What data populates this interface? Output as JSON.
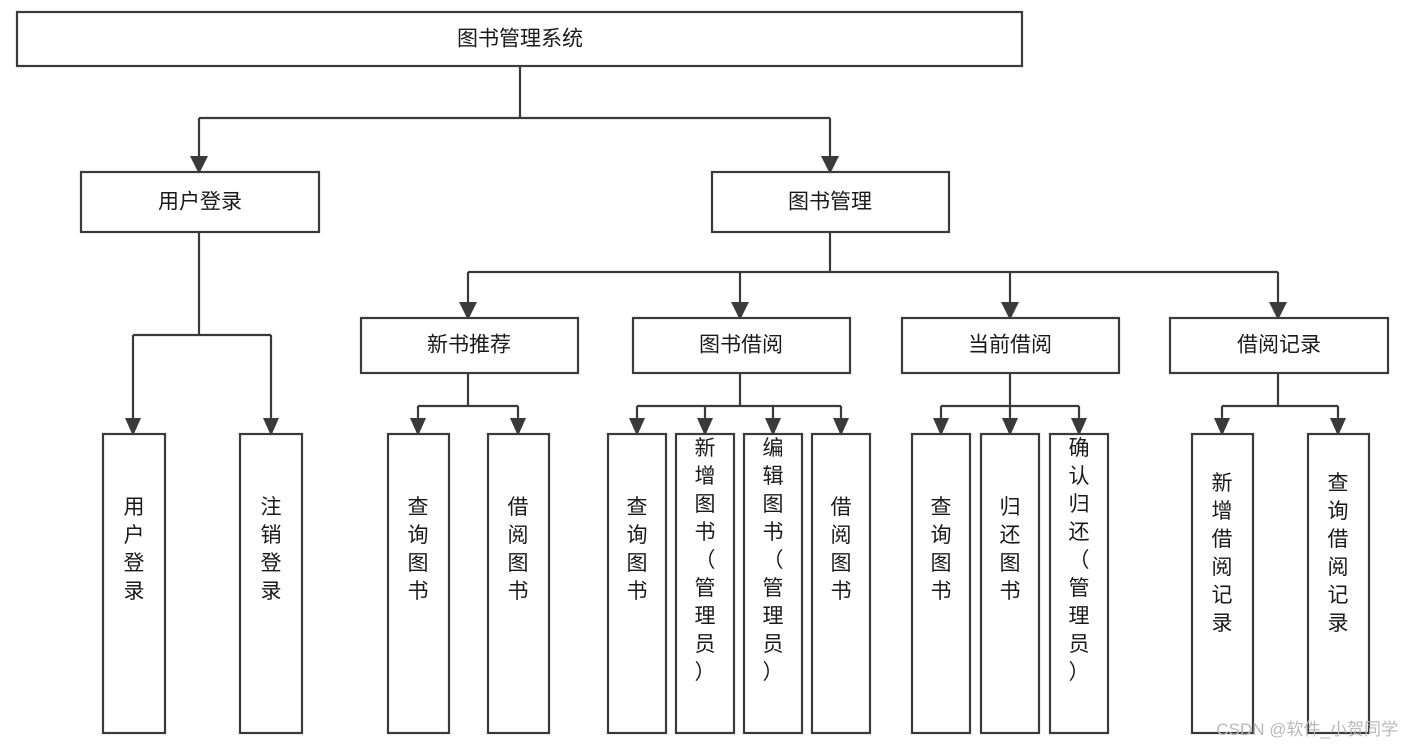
{
  "diagram": {
    "title": "图书管理系统",
    "type": "tree-hierarchy",
    "orientation": "top-down",
    "theme": {
      "box_fill": "#ffffff",
      "box_stroke": "#3a3a3a",
      "connector": "#3a3a3a",
      "text": "#1a1a1a",
      "background": "#ffffff",
      "watermark": "#b9b9b9"
    },
    "root": {
      "label": "图书管理系统"
    },
    "level2": [
      {
        "label": "用户登录"
      },
      {
        "label": "图书管理"
      }
    ],
    "level3": [
      {
        "label": "新书推荐"
      },
      {
        "label": "图书借阅"
      },
      {
        "label": "当前借阅"
      },
      {
        "label": "借阅记录"
      }
    ],
    "leaves": {
      "user_login": [
        {
          "label": "用户登录"
        },
        {
          "label": "注销登录"
        }
      ],
      "new_book_recommend": [
        {
          "label": "查询图书"
        },
        {
          "label": "借阅图书"
        }
      ],
      "book_borrow": [
        {
          "label": "查询图书"
        },
        {
          "label": "新增图书（管理员）"
        },
        {
          "label": "编辑图书（管理员）"
        },
        {
          "label": "借阅图书"
        }
      ],
      "current_borrow": [
        {
          "label": "查询图书"
        },
        {
          "label": "归还图书"
        },
        {
          "label": "确认归还（管理员）"
        }
      ],
      "borrow_record": [
        {
          "label": "新增借阅记录"
        },
        {
          "label": "查询借阅记录"
        }
      ]
    }
  },
  "watermark": {
    "text": "CSDN @软件_小贺同学"
  }
}
